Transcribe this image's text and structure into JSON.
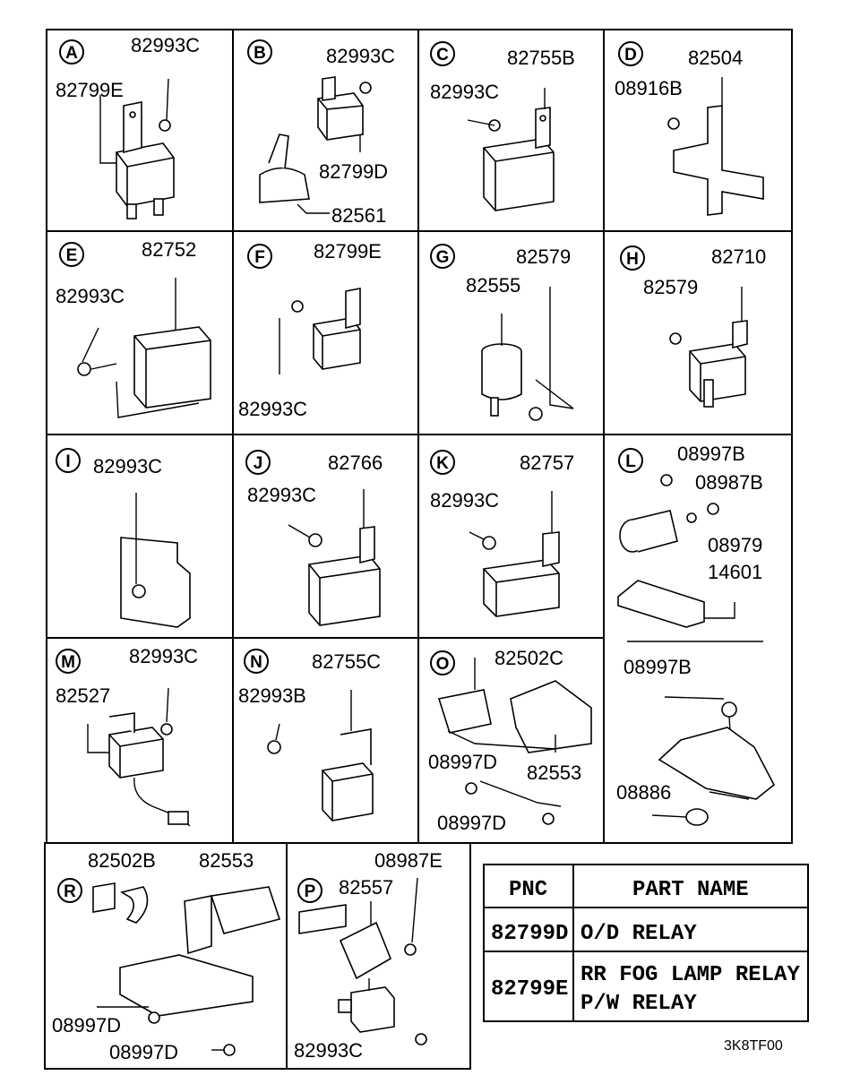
{
  "cells": [
    {
      "id": "A",
      "labels": [
        "82993C",
        "82799E"
      ]
    },
    {
      "id": "B",
      "labels": [
        "82993C",
        "82799D",
        "82561"
      ]
    },
    {
      "id": "C",
      "labels": [
        "82755B",
        "82993C"
      ]
    },
    {
      "id": "D",
      "labels": [
        "82504",
        "08916B"
      ]
    },
    {
      "id": "E",
      "labels": [
        "82752",
        "82993C"
      ]
    },
    {
      "id": "F",
      "labels": [
        "82799E",
        "82993C"
      ]
    },
    {
      "id": "G",
      "labels": [
        "82579",
        "82555"
      ]
    },
    {
      "id": "H",
      "labels": [
        "82710",
        "82579"
      ]
    },
    {
      "id": "I",
      "labels": [
        "82993C"
      ]
    },
    {
      "id": "J",
      "labels": [
        "82766",
        "82993C"
      ]
    },
    {
      "id": "K",
      "labels": [
        "82757",
        "82993C"
      ]
    },
    {
      "id": "L",
      "labels": [
        "08997B",
        "08987B",
        "08979",
        "14601",
        "08997B",
        "08886"
      ]
    },
    {
      "id": "M",
      "labels": [
        "82993C",
        "82527"
      ]
    },
    {
      "id": "N",
      "labels": [
        "82755C",
        "82993B"
      ]
    },
    {
      "id": "O",
      "labels": [
        "82502C",
        "08997D",
        "82553",
        "08997D"
      ]
    },
    {
      "id": "R",
      "labels": [
        "82502B",
        "82553",
        "08997D",
        "08997D"
      ]
    },
    {
      "id": "P",
      "labels": [
        "08987E",
        "82557",
        "82993C"
      ]
    }
  ],
  "table": {
    "headers": [
      "PNC",
      "PART NAME"
    ],
    "rows": [
      {
        "pnc": "82799D",
        "lines": [
          "O/D RELAY"
        ]
      },
      {
        "pnc": "82799E",
        "lines": [
          "RR FOG LAMP RELAY",
          "P/W RELAY"
        ]
      }
    ]
  },
  "diagram_code": "3K8TF00"
}
